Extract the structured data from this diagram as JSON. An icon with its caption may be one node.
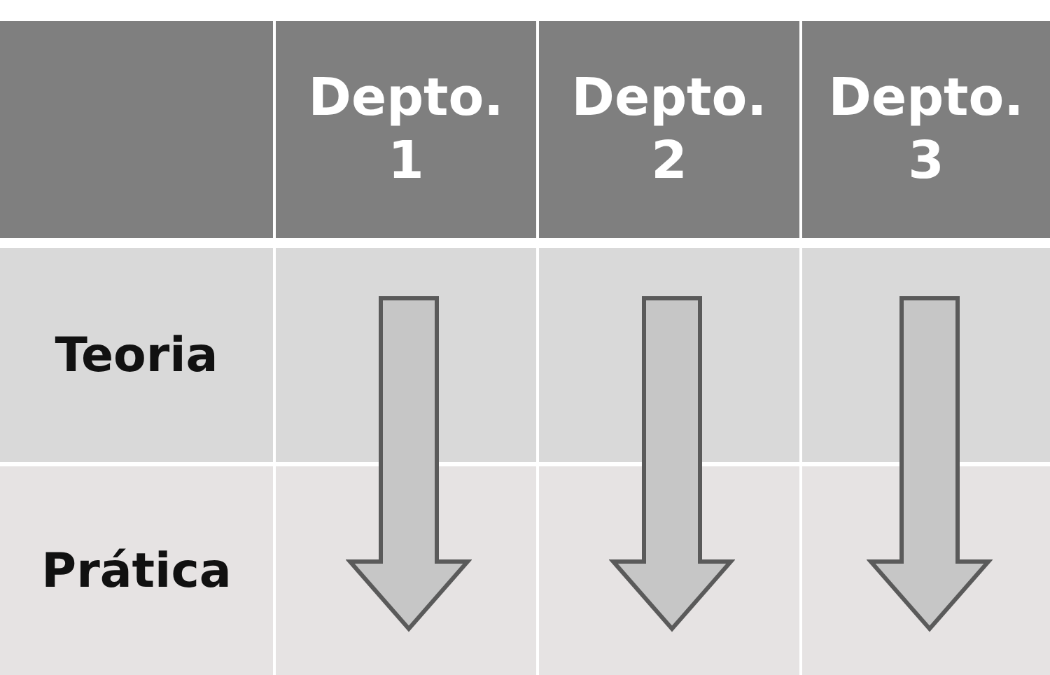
{
  "diagram": {
    "labels": [
      "Depto. 1",
      "Depto. 2",
      "Depto. 3",
      "Teoria",
      "Prática"
    ]
  }
}
